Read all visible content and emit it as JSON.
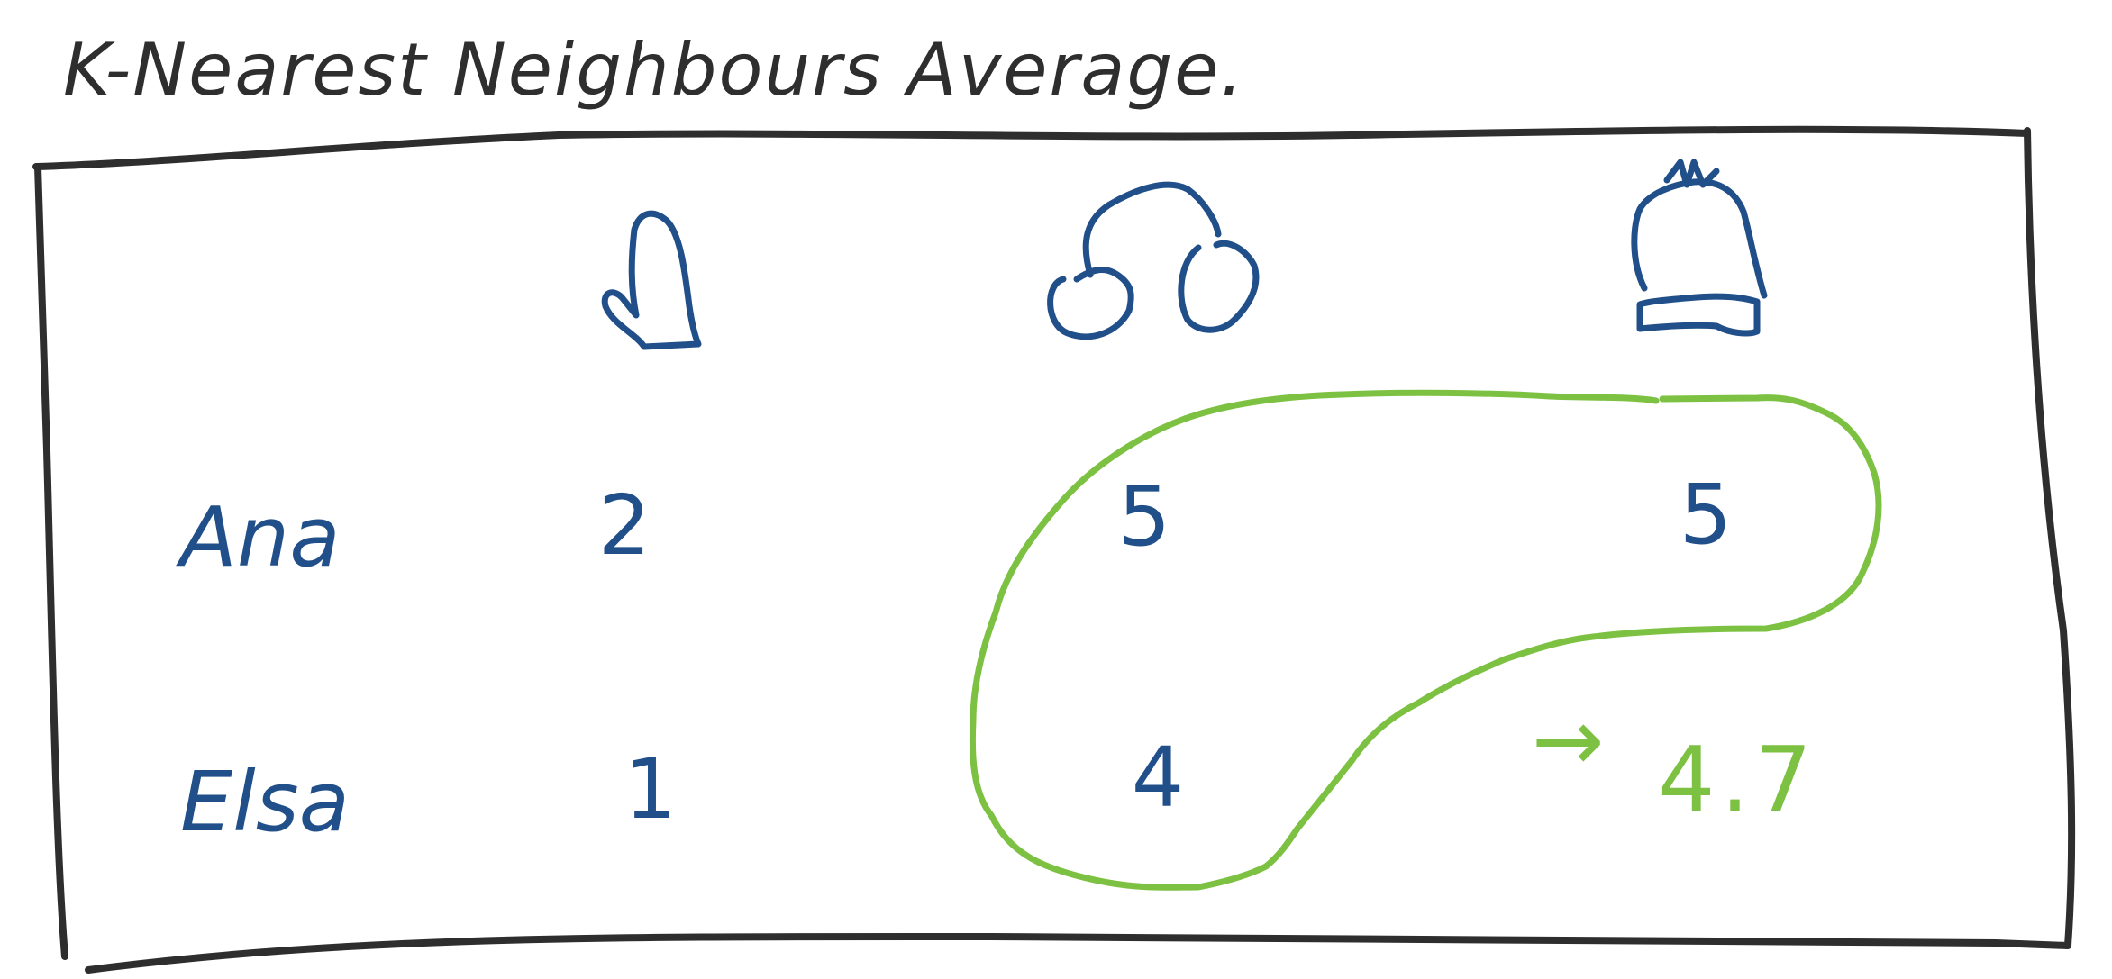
{
  "title": "K-Nearest Neighbours Average.",
  "colors": {
    "frame": "#2e2e2e",
    "ink": "#214f89",
    "highlight": "#7dc142",
    "background": "#ffffff"
  },
  "columns": [
    {
      "icon": "boot-icon"
    },
    {
      "icon": "earmuffs-icon"
    },
    {
      "icon": "beanie-hat-icon"
    }
  ],
  "rows": [
    {
      "name": "Ana",
      "values": [
        "2",
        "5",
        "5"
      ]
    },
    {
      "name": "Elsa",
      "values": [
        "1",
        "4",
        ""
      ]
    }
  ],
  "result": {
    "arrow": "→",
    "value": "4.7"
  }
}
